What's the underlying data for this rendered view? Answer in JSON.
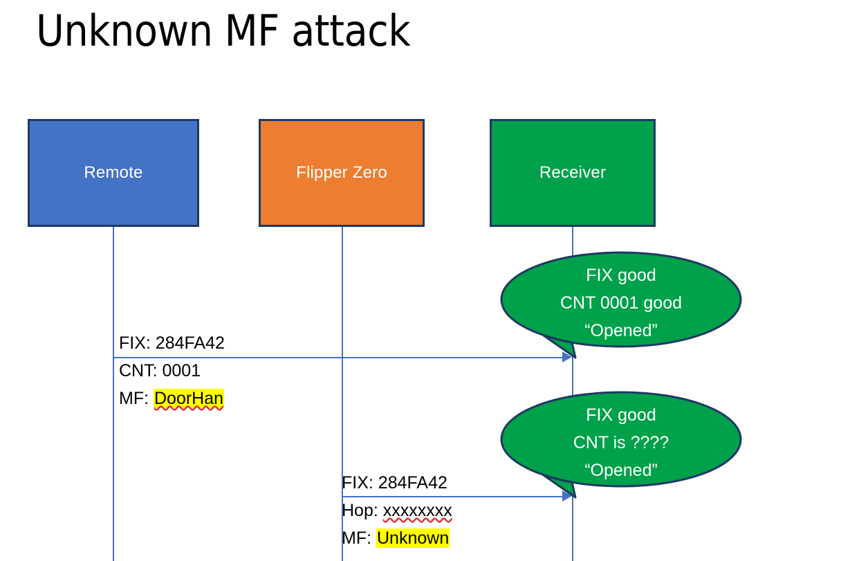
{
  "slide": {
    "title": "Unknown MF attack"
  },
  "colors": {
    "remote_box": "#4472C4",
    "flipper_box": "#ED7D31",
    "receiver_box": "#00A14B",
    "box_border": "#1F3864",
    "lifeline": "#4472C4",
    "arrow": "#4472C4",
    "callout_fill": "#00A14B",
    "callout_border": "#1F3864",
    "highlight": "#FFFF00",
    "spellcheck_underline": "#E03030",
    "text": "#000000",
    "box_text": "#FFFFFF"
  },
  "actors": [
    {
      "id": "remote",
      "label": "Remote"
    },
    {
      "id": "flipper",
      "label": "Flipper Zero"
    },
    {
      "id": "receiver",
      "label": "Receiver"
    }
  ],
  "messages": [
    {
      "id": "msg1",
      "from": "remote",
      "to": "receiver",
      "lines": [
        {
          "label": "FIX: ",
          "value": "284FA42",
          "highlighted": false,
          "spellcheck_error": false
        },
        {
          "label": "CNT: ",
          "value": "0001",
          "highlighted": false,
          "spellcheck_error": false
        },
        {
          "label": "MF: ",
          "value": "DoorHan",
          "highlighted": true,
          "spellcheck_error": true
        }
      ]
    },
    {
      "id": "msg2",
      "from": "flipper",
      "to": "receiver",
      "lines": [
        {
          "label": "FIX: ",
          "value": "284FA42",
          "highlighted": false,
          "spellcheck_error": false
        },
        {
          "label": "Hop: ",
          "value": "xxxxxxxx",
          "highlighted": false,
          "spellcheck_error": true
        },
        {
          "label": "MF: ",
          "value": "Unknown",
          "highlighted": true,
          "spellcheck_error": false
        }
      ]
    }
  ],
  "callouts": [
    {
      "id": "callout1",
      "owner": "receiver",
      "lines": [
        "FIX good",
        "CNT 0001 good",
        "“Opened”"
      ]
    },
    {
      "id": "callout2",
      "owner": "receiver",
      "lines": [
        "FIX good",
        "CNT is ????",
        "“Opened”"
      ]
    }
  ]
}
